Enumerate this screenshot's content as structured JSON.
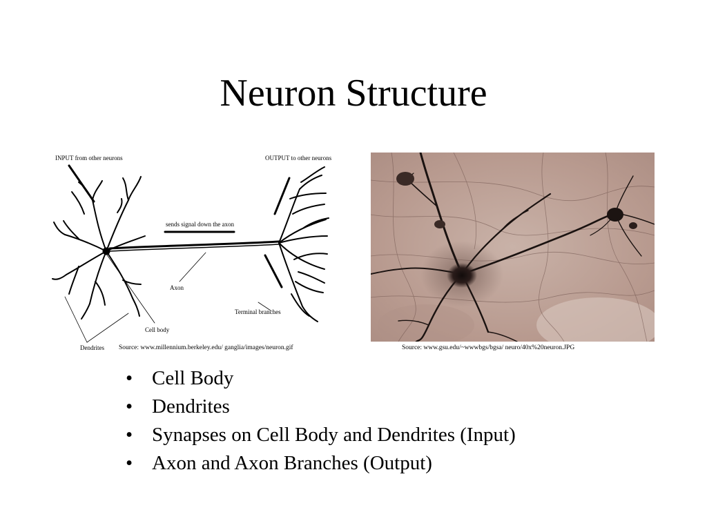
{
  "slide": {
    "title": "Neuron Structure"
  },
  "diagram": {
    "label_input": "INPUT from other neurons",
    "label_output": "OUTPUT to other neurons",
    "label_signal": "sends signal down the axon",
    "label_axon": "Axon",
    "label_terminal": "Terminal branches",
    "label_cell_body": "Cell body",
    "label_dendrites": "Dendrites",
    "source": "Source: www.millennium.berkeley.edu/ ganglia/images/neuron.gif"
  },
  "photo": {
    "source": "Source: www.gsu.edu/~wwwbgs/bgsa/ neuro/40x%20neuron.JPG"
  },
  "bullets": {
    "marker": "•",
    "items": [
      "Cell Body",
      "Dendrites",
      "Synapses on Cell Body and Dendrites (Input)",
      "Axon and Axon Branches (Output)"
    ]
  }
}
